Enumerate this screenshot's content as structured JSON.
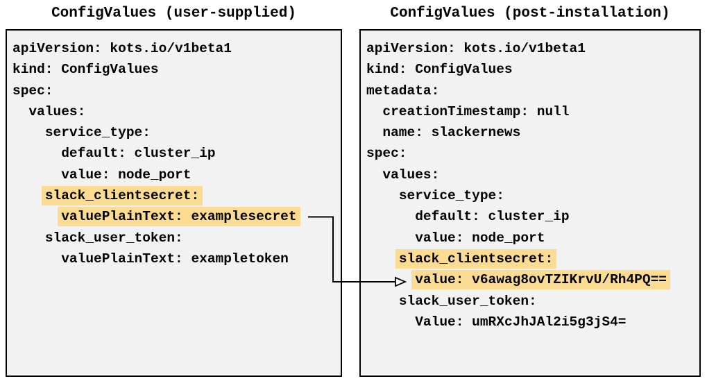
{
  "colors": {
    "page_background": "#ffffff",
    "panel_background": "#f2f2f2",
    "panel_border": "#000000",
    "highlight": "#fbdc92",
    "text": "#000000",
    "arrow": "#000000"
  },
  "left_panel": {
    "title": "ConfigValues (user-supplied)",
    "lines": [
      {
        "indent": "",
        "text": "apiVersion: kots.io/v1beta1",
        "highlighted": false
      },
      {
        "indent": "",
        "text": "kind: ConfigValues",
        "highlighted": false
      },
      {
        "indent": "",
        "text": "spec:",
        "highlighted": false
      },
      {
        "indent": "  ",
        "text": "values:",
        "highlighted": false
      },
      {
        "indent": "    ",
        "text": "service_type:",
        "highlighted": false
      },
      {
        "indent": "      ",
        "text": "default: cluster_ip",
        "highlighted": false
      },
      {
        "indent": "      ",
        "text": "value: node_port",
        "highlighted": false
      },
      {
        "indent": "    ",
        "text": "slack_clientsecret:",
        "highlighted": true
      },
      {
        "indent": "      ",
        "text": "valuePlainText: examplesecret",
        "highlighted": true
      },
      {
        "indent": "    ",
        "text": "slack_user_token:",
        "highlighted": false
      },
      {
        "indent": "      ",
        "text": "valuePlainText: exampletoken",
        "highlighted": false
      }
    ]
  },
  "right_panel": {
    "title": "ConfigValues (post-installation)",
    "lines": [
      {
        "indent": "",
        "text": "apiVersion: kots.io/v1beta1",
        "highlighted": false
      },
      {
        "indent": "",
        "text": "kind: ConfigValues",
        "highlighted": false
      },
      {
        "indent": "",
        "text": "metadata:",
        "highlighted": false
      },
      {
        "indent": "  ",
        "text": "creationTimestamp: null",
        "highlighted": false
      },
      {
        "indent": "  ",
        "text": "name: slackernews",
        "highlighted": false
      },
      {
        "indent": "",
        "text": "spec:",
        "highlighted": false
      },
      {
        "indent": "  ",
        "text": "values:",
        "highlighted": false
      },
      {
        "indent": "    ",
        "text": "service_type:",
        "highlighted": false
      },
      {
        "indent": "      ",
        "text": "default: cluster_ip",
        "highlighted": false
      },
      {
        "indent": "      ",
        "text": "value: node_port",
        "highlighted": false
      },
      {
        "indent": "    ",
        "text": "slack_clientsecret:",
        "highlighted": true
      },
      {
        "indent": "      ",
        "text": "value: v6awag8ovTZIKrvU/Rh4PQ==",
        "highlighted": true
      },
      {
        "indent": "    ",
        "text": "slack_user_token:",
        "highlighted": false
      },
      {
        "indent": "      ",
        "text": "Value: umRXcJhJAl2i5g3jS4=",
        "highlighted": false
      }
    ]
  },
  "arrow": {
    "from": "valuePlainText: examplesecret",
    "to": "value: v6awag8ovTZIKrvU/Rh4PQ=="
  }
}
